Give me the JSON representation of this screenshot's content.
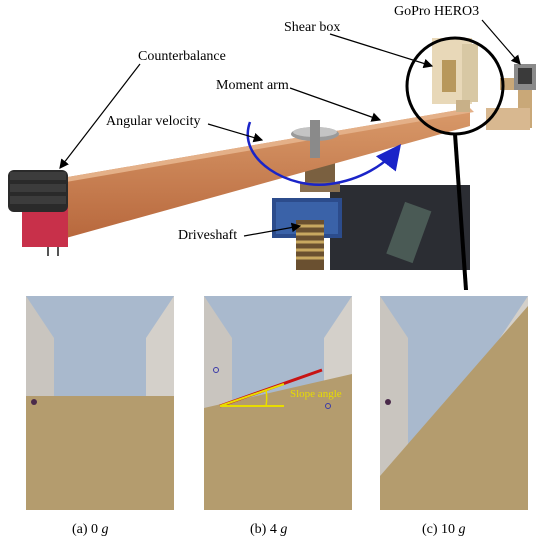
{
  "figure": {
    "labels": {
      "shear_box": "Shear box",
      "gopro": "GoPro HERO3",
      "counterbalance": "Counterbalance",
      "moment_arm": "Moment arm",
      "angular_velocity": "Angular velocity",
      "driveshaft": "Driveshaft"
    },
    "panels": [
      {
        "caption_prefix": "(a) 0 ",
        "unit": "g"
      },
      {
        "caption_prefix": "(b) 4 ",
        "unit": "g",
        "annotation": "Slope angle"
      },
      {
        "caption_prefix": "(c) 10 ",
        "unit": "g"
      }
    ],
    "colors": {
      "wood": "#c87d4f",
      "sand": "#b49c6e",
      "sky": "#a9b9cd",
      "arrow_blue": "#1a24c8",
      "slope_yellow": "#e8dc00",
      "slope_red": "#c81414"
    }
  }
}
